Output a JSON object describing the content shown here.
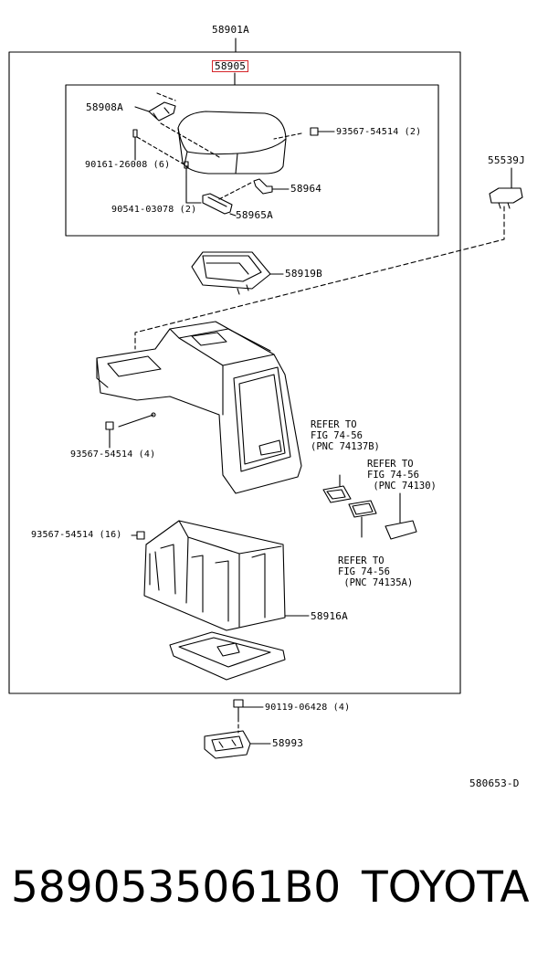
{
  "diagram": {
    "assembly_label": "58901A",
    "sub_assembly_label": "58905",
    "drawing_code": "580653-D",
    "parts": {
      "p58908A": "58908A",
      "p93567_top": "93567-54514 (2)",
      "p90161": "90161-26008 (6)",
      "p58964": "58964",
      "p90541": "90541-03078 (2)",
      "p58965A": "58965A",
      "p55539J": "55539J",
      "p58919B": "58919B",
      "p93567_mid": "93567-54514 (4)",
      "p93567_low": "93567-54514 (16)",
      "p58916A": "58916A",
      "p90119": "90119-06428 (4)",
      "p58993": "58993"
    },
    "references": {
      "ref1": "REFER TO\nFIG 74-56\n(PNC 74137B)",
      "ref2": "REFER TO\nFIG 74-56\n (PNC 74130)",
      "ref3": "REFER TO\nFIG 74-56\n (PNC 74135A)"
    }
  },
  "caption": {
    "part_number": "5890535061B0",
    "brand": "TOYOTA"
  }
}
